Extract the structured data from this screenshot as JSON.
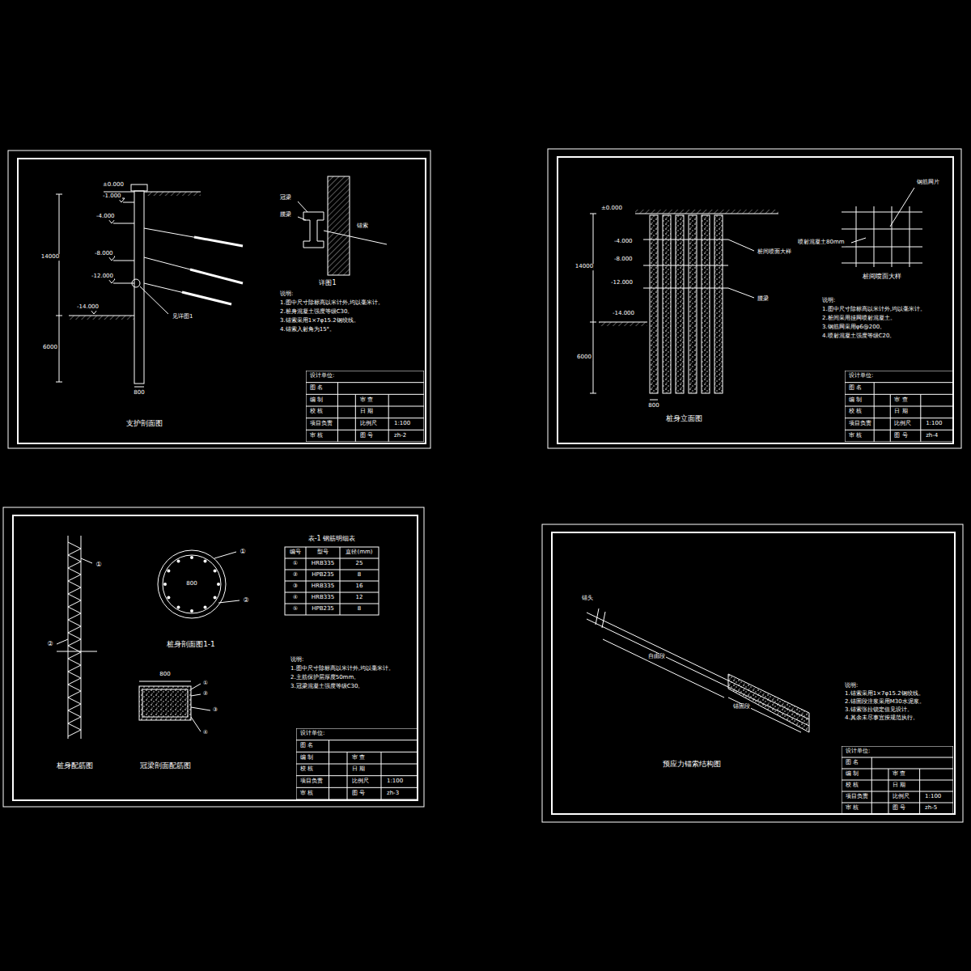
{
  "diagram": {
    "labels": [
      "±0.000",
      "-1.000",
      "-4.000",
      "-8.000",
      "-12.000",
      "-14.000",
      "14000",
      "6000",
      "800",
      "见详图1",
      "支护剖面图",
      "冠梁",
      "腰梁",
      "锚索",
      "详图1",
      "说明:",
      "1.图中尺寸除标高以米计外,均以毫米计。",
      "2.桩身混凝土强度等级C30。",
      "3.锚索采用1×7φ15.2钢绞线。",
      "4.锚索入射角为15°。",
      "设计单位:",
      "图 名",
      "编 制",
      "审 查",
      "校 核",
      "日 期",
      "项目负责",
      "比例尺",
      "1:100",
      "审 核",
      "图 号",
      "zh-2",
      "±0.000",
      "-4.000",
      "-8.000",
      "-12.000",
      "-14.000",
      "14000",
      "6000",
      "800",
      "桩间喷面大样",
      "腰梁",
      "桩身立面图",
      "钢筋网片",
      "喷射混凝土80mm",
      "桩间喷面大样",
      "说明:",
      "1.图中尺寸除标高以米计外,均以毫米计。",
      "2.桩间采用挂网喷射混凝土。",
      "3.钢筋网采用φ6@200。",
      "4.喷射混凝土强度等级C20。",
      "设计单位:",
      "图 名",
      "编 制",
      "审 查",
      "校 核",
      "日 期",
      "项目负责",
      "比例尺",
      "1:100",
      "审 核",
      "图 号",
      "zh-4",
      "①",
      "②",
      "桩身配筋图",
      "800",
      "①",
      "②",
      "桩身剖面图1-1",
      "800",
      "①",
      "②",
      "③",
      "④",
      "冠梁剖面配筋图",
      "表-1 钢筋明细表",
      "编号",
      "型号",
      "直径(mm)",
      "①",
      "HRB335",
      "25",
      "②",
      "HPB235",
      "8",
      "③",
      "HRB335",
      "16",
      "④",
      "HRB335",
      "12",
      "⑤",
      "HPB235",
      "8",
      "说明:",
      "1.图中尺寸除标高以米计外,均以毫米计。",
      "2.主筋保护层厚度50mm。",
      "3.冠梁混凝土强度等级C30。",
      "设计单位:",
      "图 名",
      "编 制",
      "审 查",
      "校 核",
      "日 期",
      "项目负责",
      "比例尺",
      "1:100",
      "审 核",
      "图 号",
      "zh-3",
      "锚头",
      "自由段",
      "锚固段",
      "预应力锚索结构图",
      "说明:",
      "1.锚索采用1×7φ15.2钢绞线。",
      "2.锚固段注浆采用M30水泥浆。",
      "3.锚索张拉锁定值见设计。",
      "4.其余未尽事宜按规范执行。",
      "设计单位:",
      "图 名",
      "编 制",
      "审 查",
      "校 核",
      "日 期",
      "项目负责",
      "比例尺",
      "1:100",
      "审 核",
      "图 号",
      "zh-5"
    ]
  }
}
